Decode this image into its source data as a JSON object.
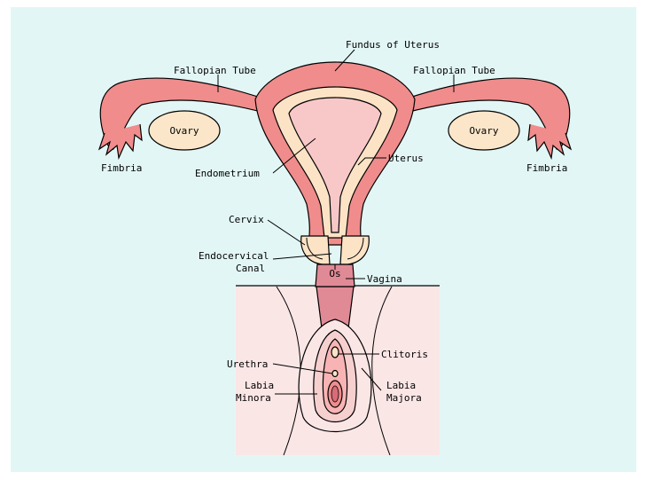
{
  "colors": {
    "frame": "#ffffff",
    "background": "#e3f6f6",
    "tissue": "#f08c8c",
    "tissue_light": "#f8b4b4",
    "endometrium": "#fce3c6",
    "cavity": "#f8c8c8",
    "vagina_canal": "#e08a96",
    "external_panel": "#fbe6e6",
    "ovary_fill": "#fbe6ca"
  },
  "labels": {
    "fundus": "Fundus of Uterus",
    "tube_left": "Fallopian Tube",
    "tube_right": "Fallopian Tube",
    "ovary_left": "Ovary",
    "ovary_right": "Ovary",
    "fimbria_left": "Fimbria",
    "fimbria_right": "Fimbria",
    "endometrium": "Endometrium",
    "uterus": "Uterus",
    "cervix": "Cervix",
    "endocervical_1": "Endocervical",
    "endocervical_2": "Canal",
    "os": "Os",
    "vagina": "Vagina",
    "clitoris": "Clitoris",
    "urethra": "Urethra",
    "labia_minora_1": "Labia",
    "labia_minora_2": "Minora",
    "labia_majora_1": "Labia",
    "labia_majora_2": "Majora"
  }
}
